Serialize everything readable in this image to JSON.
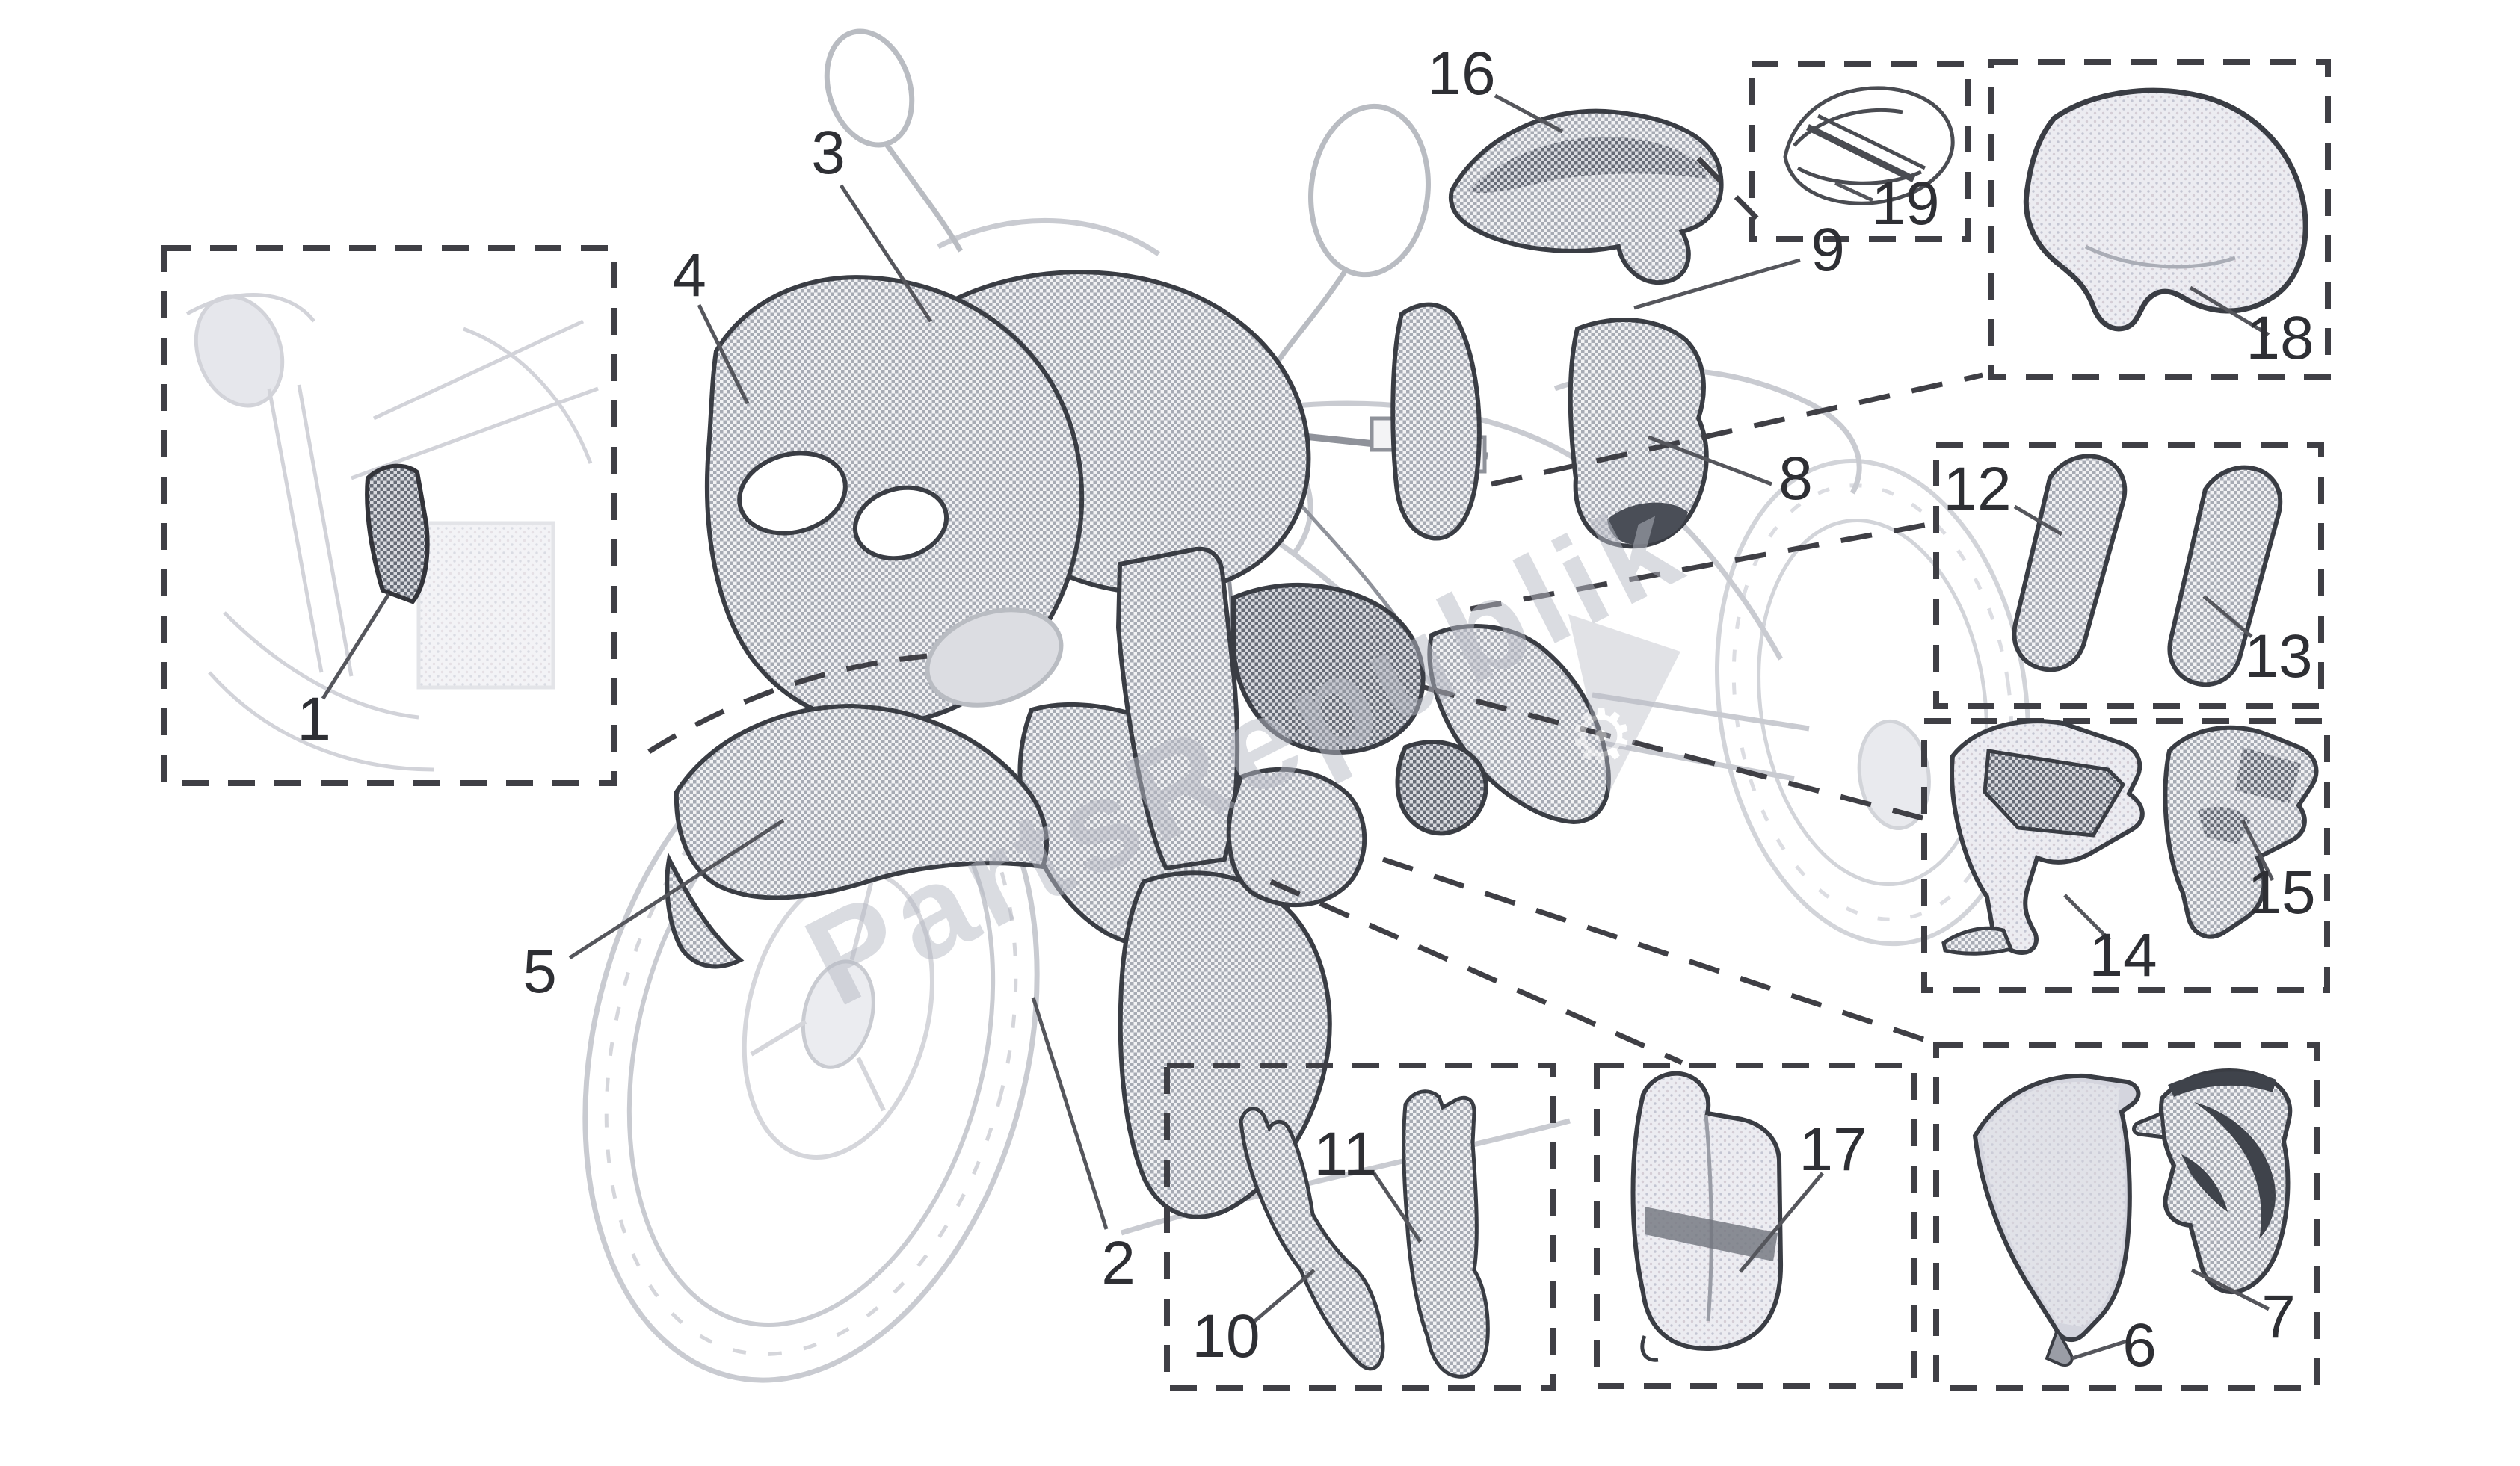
{
  "diagram": {
    "type": "motorcycle-bodywork-parts-diagram",
    "callouts": [
      {
        "id": 1,
        "label": "1"
      },
      {
        "id": 2,
        "label": "2"
      },
      {
        "id": 3,
        "label": "3"
      },
      {
        "id": 4,
        "label": "4"
      },
      {
        "id": 5,
        "label": "5"
      },
      {
        "id": 6,
        "label": "6"
      },
      {
        "id": 7,
        "label": "7"
      },
      {
        "id": 8,
        "label": "8"
      },
      {
        "id": 9,
        "label": "9"
      },
      {
        "id": 10,
        "label": "10"
      },
      {
        "id": 11,
        "label": "11"
      },
      {
        "id": 12,
        "label": "12"
      },
      {
        "id": 13,
        "label": "13"
      },
      {
        "id": 14,
        "label": "14"
      },
      {
        "id": 15,
        "label": "15"
      },
      {
        "id": 16,
        "label": "16"
      },
      {
        "id": 17,
        "label": "17"
      },
      {
        "id": 18,
        "label": "18"
      },
      {
        "id": 19,
        "label": "19"
      }
    ],
    "watermark": {
      "text": "PartsRepublik",
      "gear_glyph": "⚙"
    },
    "colors": {
      "background": "#ffffff",
      "ink": "#3a3d44",
      "faint_line": "#cdced4",
      "hatch_gray": "#a7abb4",
      "hatch_dark": "#676c77",
      "watermark_gray": "#b7bac4"
    }
  }
}
